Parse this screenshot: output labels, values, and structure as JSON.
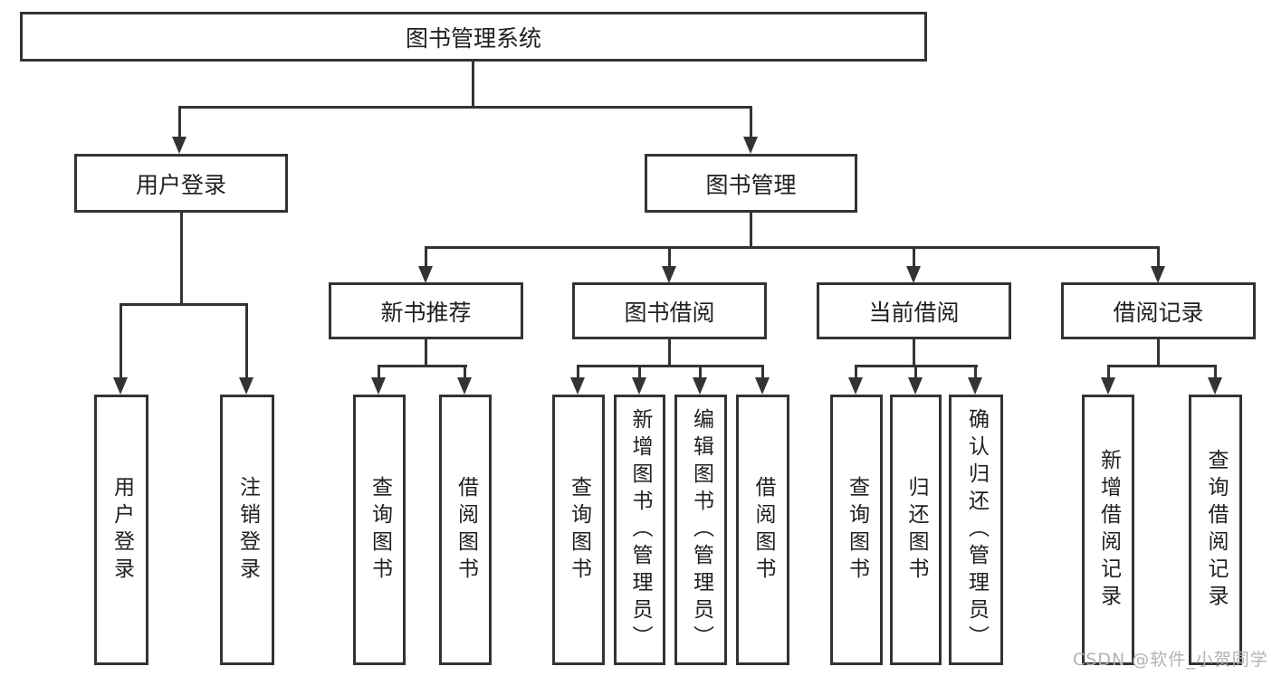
{
  "diagram_title": "图书管理系统",
  "colors": {
    "line": "#333333",
    "box_border": "#333333",
    "box_background": "#ffffff",
    "text": "#1f1f1f",
    "watermark": "#b3b3b3"
  },
  "nodes": {
    "root": {
      "label": "图书管理系统"
    },
    "user_login": {
      "label": "用户登录"
    },
    "book_management": {
      "label": "图书管理"
    },
    "new_book_recommend": {
      "label": "新书推荐"
    },
    "book_borrow": {
      "label": "图书借阅"
    },
    "current_borrow": {
      "label": "当前借阅"
    },
    "borrow_records": {
      "label": "借阅记录"
    },
    "leaf_user_login": {
      "label": "用户登录"
    },
    "leaf_logout": {
      "label": "注销登录"
    },
    "leaf_newbook_query": {
      "label": "查询图书"
    },
    "leaf_newbook_borrow": {
      "label": "借阅图书"
    },
    "leaf_borrow_query": {
      "label": "查询图书"
    },
    "leaf_borrow_add": {
      "label": "新增图书（管理员）"
    },
    "leaf_borrow_edit": {
      "label": "编辑图书（管理员）"
    },
    "leaf_borrow_borrow": {
      "label": "借阅图书"
    },
    "leaf_current_query": {
      "label": "查询图书"
    },
    "leaf_current_return": {
      "label": "归还图书"
    },
    "leaf_current_confirm": {
      "label": "确认归还（管理员）"
    },
    "leaf_records_add": {
      "label": "新增借阅记录"
    },
    "leaf_records_query": {
      "label": "查询借阅记录"
    }
  },
  "watermark": {
    "text": "CSDN @软件_小贺同学"
  },
  "hierarchy": {
    "图书管理系统": {
      "用户登录": [
        "用户登录",
        "注销登录"
      ],
      "图书管理": {
        "新书推荐": [
          "查询图书",
          "借阅图书"
        ],
        "图书借阅": [
          "查询图书",
          "新增图书（管理员）",
          "编辑图书（管理员）",
          "借阅图书"
        ],
        "当前借阅": [
          "查询图书",
          "归还图书",
          "确认归还（管理员）"
        ],
        "借阅记录": [
          "新增借阅记录",
          "查询借阅记录"
        ]
      }
    }
  }
}
